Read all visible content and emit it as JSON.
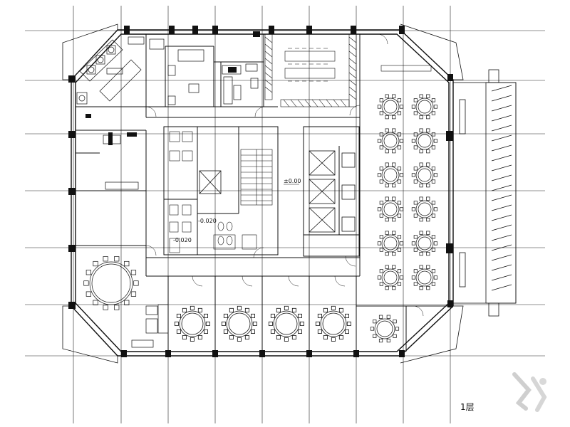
{
  "labels": {
    "level_marker": "±0.00",
    "level_marker_2": "-0.020",
    "level_marker_3": "-0.020"
  },
  "caption": "1层"
}
